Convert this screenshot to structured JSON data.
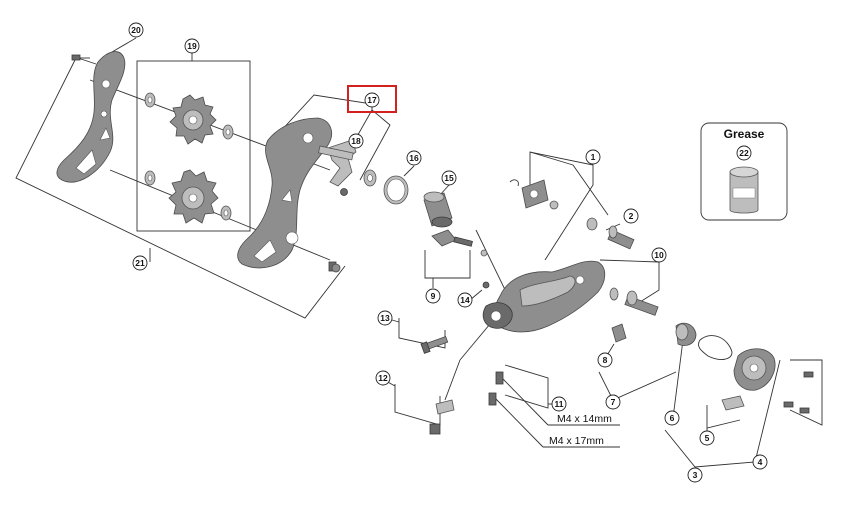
{
  "callouts": [
    {
      "id": "1",
      "label": "1"
    },
    {
      "id": "2",
      "label": "2"
    },
    {
      "id": "3",
      "label": "3"
    },
    {
      "id": "4",
      "label": "4"
    },
    {
      "id": "5",
      "label": "5"
    },
    {
      "id": "6",
      "label": "6"
    },
    {
      "id": "7",
      "label": "7"
    },
    {
      "id": "8",
      "label": "8"
    },
    {
      "id": "9",
      "label": "9"
    },
    {
      "id": "10",
      "label": "10"
    },
    {
      "id": "11",
      "label": "11"
    },
    {
      "id": "12",
      "label": "12"
    },
    {
      "id": "13",
      "label": "13"
    },
    {
      "id": "14",
      "label": "14"
    },
    {
      "id": "15",
      "label": "15"
    },
    {
      "id": "16",
      "label": "16"
    },
    {
      "id": "17",
      "label": "17"
    },
    {
      "id": "18",
      "label": "18"
    },
    {
      "id": "19",
      "label": "19"
    },
    {
      "id": "20",
      "label": "20"
    },
    {
      "id": "21",
      "label": "21"
    },
    {
      "id": "22",
      "label": "22"
    }
  ],
  "specs": {
    "bolt_14": "M4 x 14mm",
    "bolt_17": "M4 x 17mm"
  },
  "grease_box": {
    "title": "Grease"
  },
  "highlight": {
    "target": "17",
    "color": "#d32020"
  }
}
